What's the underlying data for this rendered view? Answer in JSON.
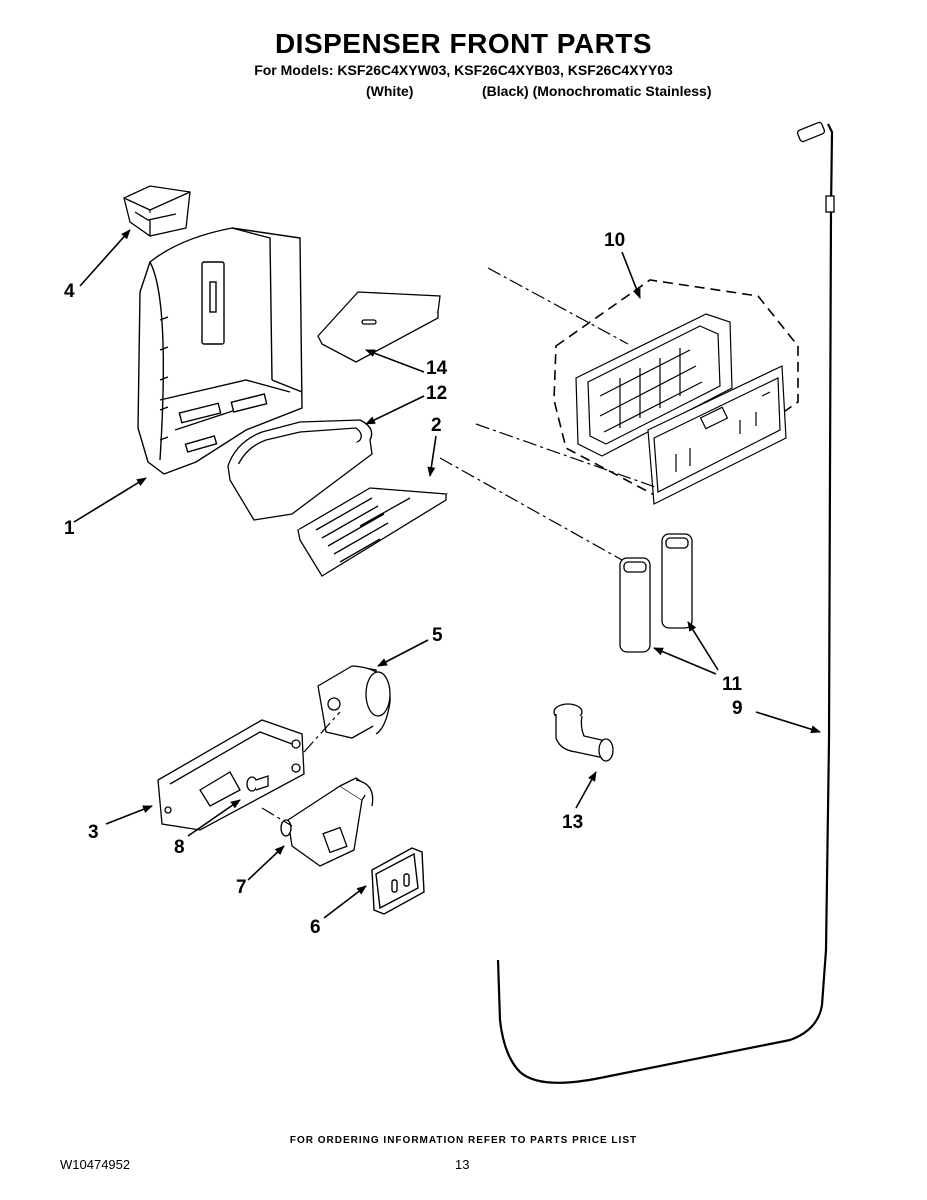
{
  "header": {
    "title": "DISPENSER FRONT PARTS",
    "models": "For Models: KSF26C4XYW03, KSF26C4XYB03, KSF26C4XYY03",
    "variant_white": "(White)",
    "variant_black_mono": "(Black) (Monochromatic Stainless)"
  },
  "callouts": {
    "c1": "1",
    "c2": "2",
    "c3": "3",
    "c4": "4",
    "c5": "5",
    "c6": "6",
    "c7": "7",
    "c8": "8",
    "c9": "9",
    "c10": "10",
    "c11": "11",
    "c12": "12",
    "c13": "13",
    "c14": "14"
  },
  "footer": {
    "ordering_note": "FOR ORDERING INFORMATION REFER TO PARTS PRICE LIST",
    "document_number": "W10474952",
    "page_number": "13"
  }
}
